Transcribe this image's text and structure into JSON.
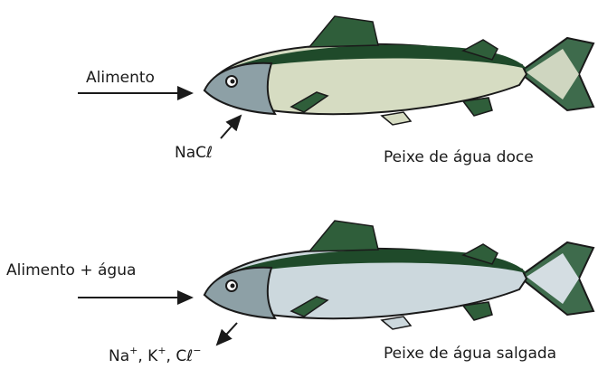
{
  "top_panel": {
    "input_label": "Alimento",
    "salt_label": "NaCℓ",
    "caption": "Peixe de água doce",
    "body_color": "#d6dcc2"
  },
  "bottom_panel": {
    "input_label": "Alimento + água",
    "ions": {
      "na": "Na",
      "k": "K",
      "cl": "Cℓ",
      "plus": "+",
      "minus": "−",
      "sep": ", "
    },
    "caption": "Peixe de água salgada",
    "body_color": "#ccd8dd"
  },
  "colors": {
    "back": "#1f4a2a",
    "head": "#8da0a6",
    "fin": "#2f5e3a",
    "tail": "#3e6b4c",
    "outline": "#1a1a1a"
  }
}
